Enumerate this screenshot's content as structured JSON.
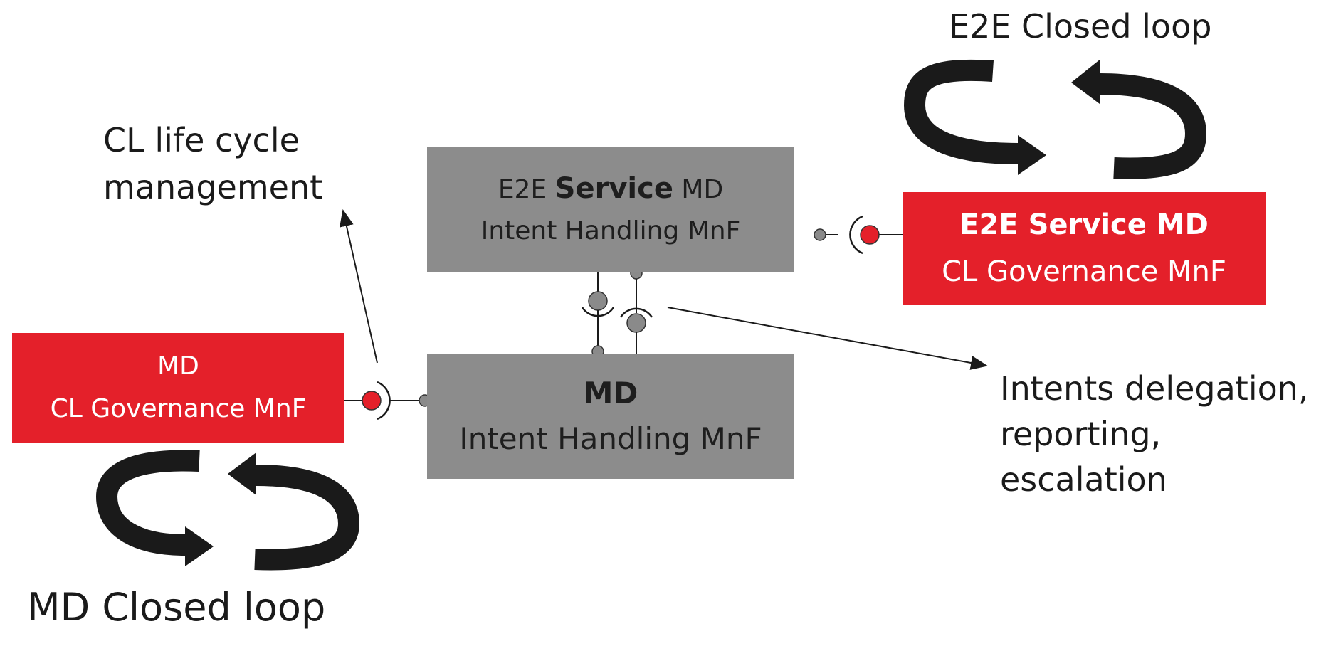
{
  "colors": {
    "red": "#e4202a",
    "gray_box": "#8c8c8c",
    "gray_port": "#8a8a8a",
    "loop_arrow": "#1a1a1a",
    "text": "#1a1a1a"
  },
  "boxes": {
    "e2e_intent": {
      "line1_a": "E2E ",
      "line1_b": "Service",
      "line1_c": " MD",
      "line2": "Intent Handling MnF"
    },
    "md_intent": {
      "line1": "MD",
      "line2": "Intent Handling MnF"
    },
    "e2e_governance": {
      "line1": "E2E Service MD",
      "line2": "CL Governance MnF"
    },
    "md_governance": {
      "line1": "MD",
      "line2": "CL Governance  MnF"
    }
  },
  "labels": {
    "e2e_closed_loop": "E2E Closed loop",
    "md_closed_loop": "MD Closed loop",
    "cl_lifecycle_line1": "CL life cycle",
    "cl_lifecycle_line2": "management",
    "intents_line1": "Intents delegation,",
    "intents_line2": "reporting,",
    "intents_line3": "escalation"
  },
  "icons": [
    "closed-loop-icon",
    "service-port-icon",
    "arrow-icon"
  ]
}
